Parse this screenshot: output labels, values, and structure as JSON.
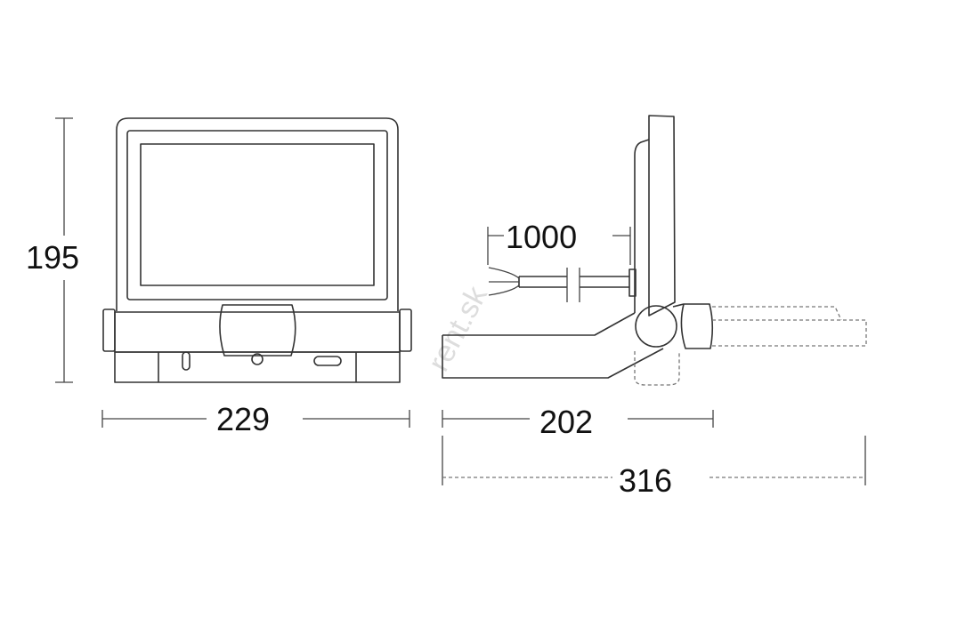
{
  "dimensions": {
    "height": "195",
    "front_width": "229",
    "side_depth": "202",
    "extended_depth": "316",
    "cable_length": "1000"
  },
  "watermark": "rent.sk"
}
